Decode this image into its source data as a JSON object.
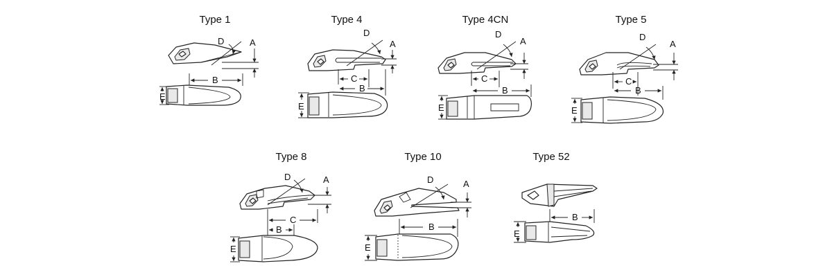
{
  "types": [
    {
      "title": "Type 1",
      "labels": {
        "D": "D",
        "A": "A",
        "B": "B",
        "E": "E"
      }
    },
    {
      "title": "Type 4",
      "labels": {
        "D": "D",
        "A": "A",
        "C": "C",
        "B": "B",
        "E": "E"
      }
    },
    {
      "title": "Type 4CN",
      "labels": {
        "D": "D",
        "A": "A",
        "C": "C",
        "B": "B",
        "E": "E"
      }
    },
    {
      "title": "Type 5",
      "labels": {
        "D": "D",
        "A": "A",
        "C": "C",
        "B": "B",
        "E": "E"
      }
    },
    {
      "title": "Type 8",
      "labels": {
        "D": "D",
        "A": "A",
        "C": "C",
        "B": "B",
        "E": "E"
      }
    },
    {
      "title": "Type 10",
      "labels": {
        "D": "D",
        "A": "A",
        "B": "B",
        "E": "E"
      }
    },
    {
      "title": "Type 52",
      "labels": {
        "B": "B",
        "E": "E"
      }
    }
  ]
}
